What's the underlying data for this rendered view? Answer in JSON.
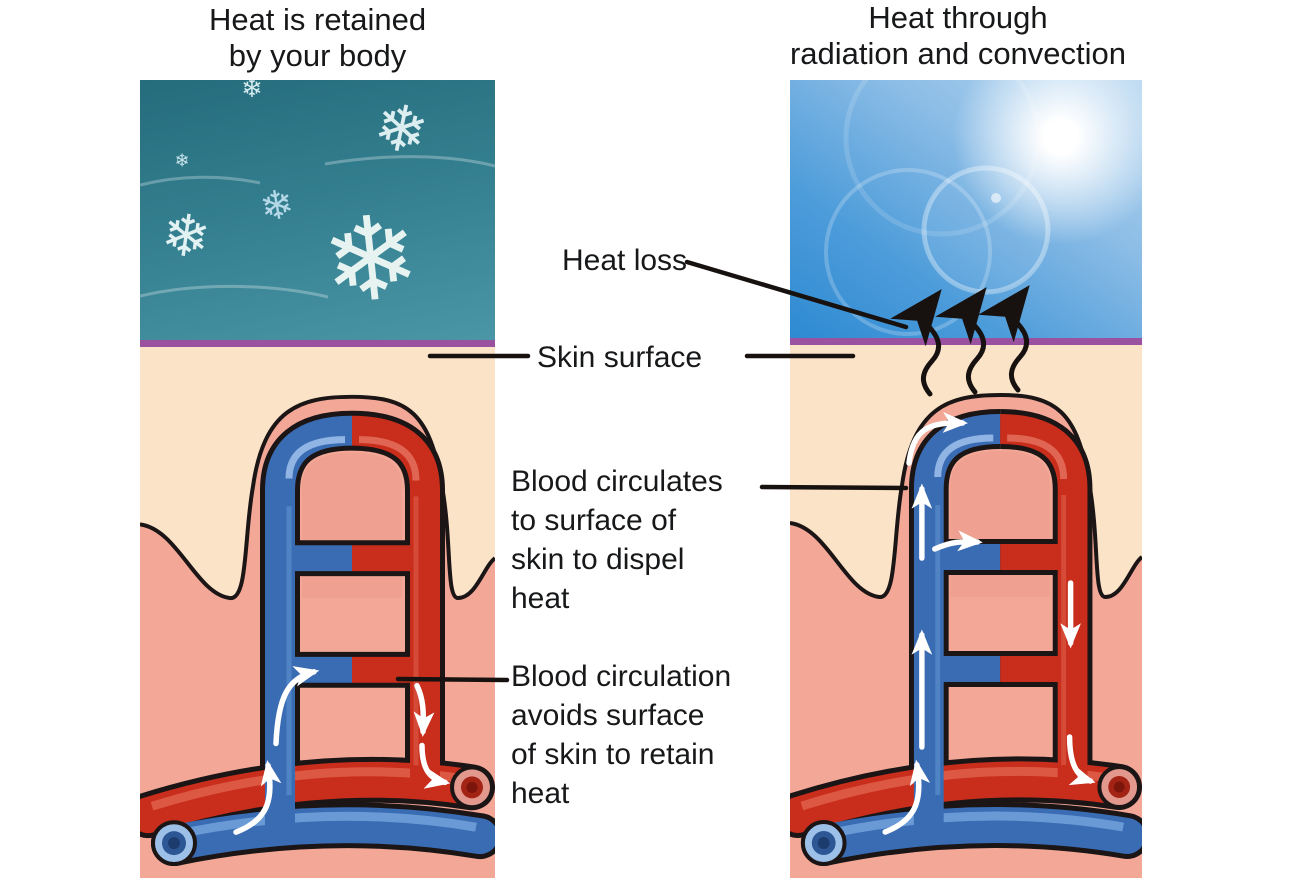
{
  "titles": {
    "left": "Heat is retained\nby your body",
    "right": "Heat through\nradiation and convection"
  },
  "labels": {
    "heat_loss": "Heat loss",
    "skin_surface": "Skin surface",
    "dispel_heat": "Blood circulates\nto surface of\nskin to dispel\nheat",
    "retain_heat": "Blood circulation\navoids surface\nof skin to retain\nheat"
  },
  "icons": {
    "left_weather": "snowflake-icons",
    "right_weather": "sun-glare-icon",
    "heat_arrows": "rising-heat-squiggle-arrows",
    "flow_arrows": "white-blood-flow-arrows"
  },
  "colors": {
    "cold_sky_top": "#256c7d",
    "cold_sky_bottom": "#4a96a6",
    "warm_sky_deep": "#2e8ad2",
    "warm_sky_light": "#b6d6f0",
    "skin_surface_line": "#9a52a0",
    "epidermis_peach": "#fbe3c8",
    "dermis_pink": "#f3a897",
    "vein_blue": "#3a6cb4",
    "artery_red": "#c92d1c",
    "outline_black": "#1b1516",
    "flow_arrow_white": "#ffffff",
    "snowflake": "#ddeef0",
    "label_text": "#17181a"
  }
}
